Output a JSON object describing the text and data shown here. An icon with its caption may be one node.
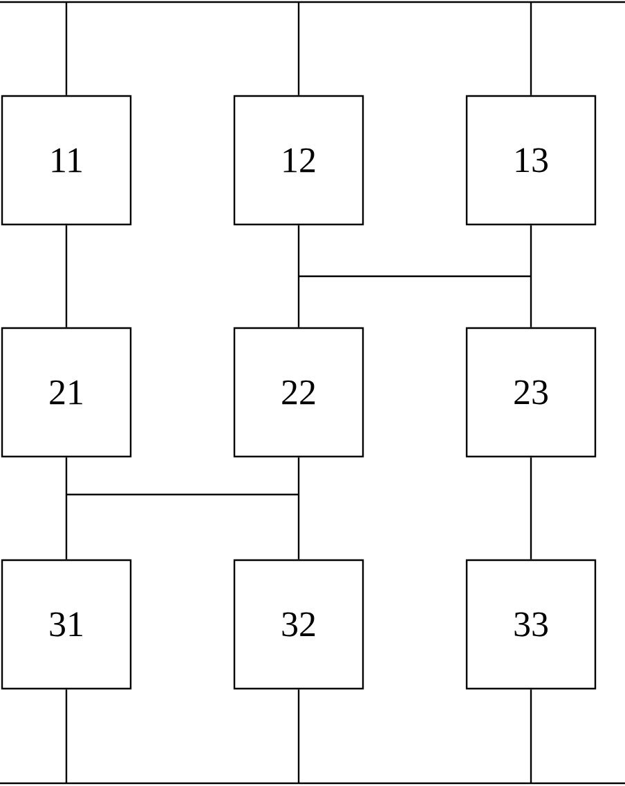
{
  "diagram": {
    "nodes": [
      {
        "text": [
          "11"
        ]
      },
      {
        "text": [
          "12"
        ]
      },
      {
        "text": [
          "13"
        ]
      },
      {
        "text": [
          "21"
        ]
      },
      {
        "text": [
          "22"
        ]
      },
      {
        "text": [
          "23"
        ]
      },
      {
        "text": [
          "31"
        ]
      },
      {
        "text": [
          "32"
        ]
      },
      {
        "text": [
          "33"
        ]
      }
    ],
    "edges": [
      {
        "from": null,
        "to": 0,
        "arrow": "none"
      },
      {
        "from": null,
        "to": 1,
        "arrow": "none"
      },
      {
        "from": null,
        "to": 2,
        "arrow": "none"
      },
      {
        "from": 0,
        "to": 3,
        "arrow": "none"
      },
      {
        "from": 1,
        "to": 4,
        "arrow": "none"
      },
      {
        "from": 2,
        "to": 5,
        "arrow": "none"
      },
      {
        "from": 1,
        "to": 5,
        "arrow": "none"
      },
      {
        "from": 2,
        "to": 4,
        "arrow": "none"
      },
      {
        "from": 3,
        "to": 6,
        "arrow": "none"
      },
      {
        "from": 4,
        "to": 7,
        "arrow": "none"
      },
      {
        "from": 5,
        "to": 8,
        "arrow": "none"
      },
      {
        "from": 3,
        "to": 7,
        "arrow": "none"
      },
      {
        "from": 4,
        "to": 6,
        "arrow": "none"
      },
      {
        "from": 6,
        "to": null,
        "arrow": "none"
      },
      {
        "from": 7,
        "to": null,
        "arrow": "none"
      },
      {
        "from": 8,
        "to": null,
        "arrow": "none"
      }
    ]
  }
}
